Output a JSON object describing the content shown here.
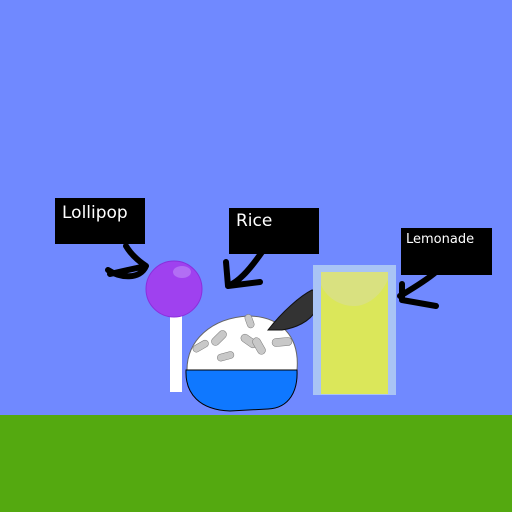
{
  "scene": {
    "sky_color": "#7089ff",
    "ground_color": "#54a910",
    "label_box_color": "#000000",
    "label_text_color": "#ffffff"
  },
  "labels": {
    "lollipop": "Lollipop",
    "rice": "Rice",
    "lemonade": "Lemonade"
  },
  "items": {
    "lollipop": {
      "candy_color": "#9f41ef",
      "stick_color": "#ffffff"
    },
    "rice": {
      "bowl_color": "#0f78ff",
      "rice_color": "#ffffff",
      "grain_color": "#c8c8c8"
    },
    "spoon": {
      "color": "#333333"
    },
    "lemonade": {
      "glass_color": "#a9c4f5",
      "drink_color": "#dbe75a"
    }
  }
}
